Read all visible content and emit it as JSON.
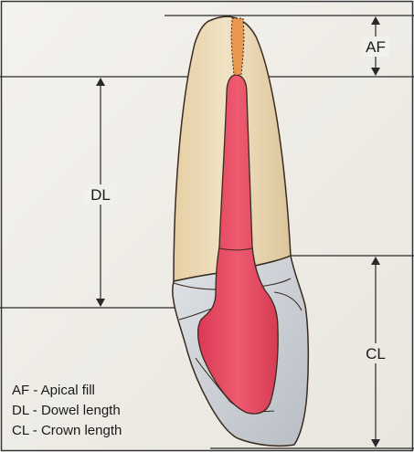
{
  "labels": {
    "af": "AF",
    "dl": "DL",
    "cl": "CL"
  },
  "legend": [
    "AF - Apical fill",
    "DL - Dowel length",
    "CL - Crown length"
  ],
  "colors": {
    "background": "#f1efe9",
    "root": "#ead9b5",
    "crown": "#cfd3d8",
    "dowel": "#e0475e",
    "apical_fill": "#e8974e",
    "outline": "#3a2a20",
    "line": "#2a2a2a"
  }
}
